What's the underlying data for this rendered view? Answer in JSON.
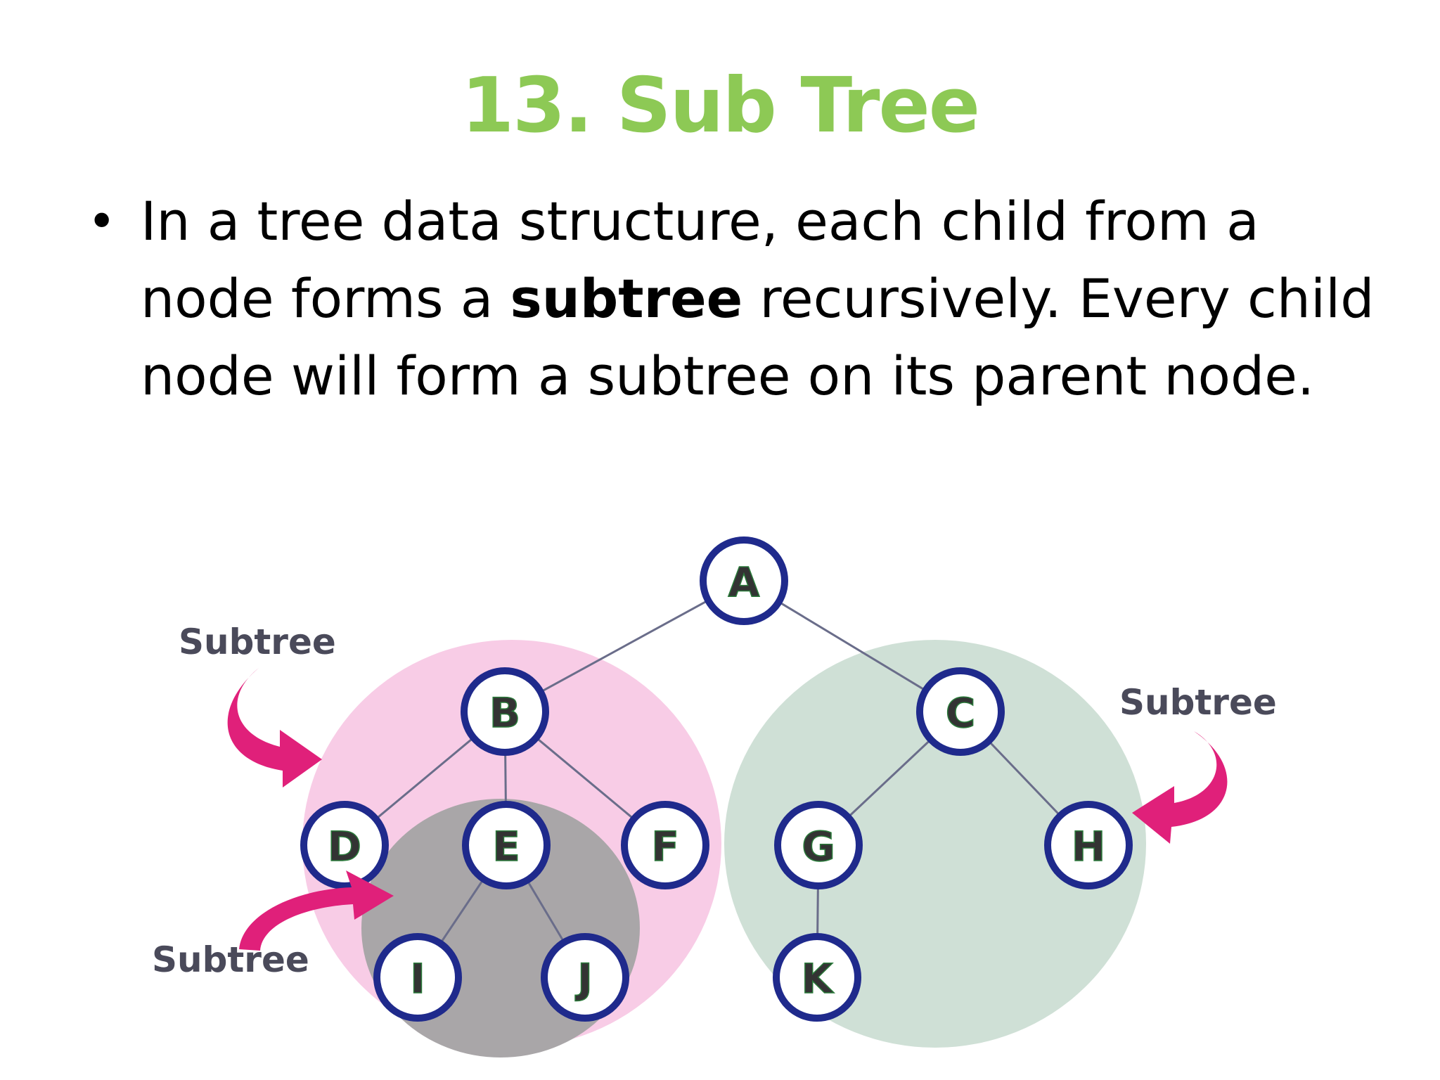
{
  "slide": {
    "title": "13. Sub Tree",
    "bullet": {
      "text_before": "In a tree data structure, each child from a node forms a ",
      "bold_word": "subtree",
      "text_after": " recursively. Every child node will form a subtree on its parent node."
    }
  },
  "diagram": {
    "subtree_labels": [
      "Subtree",
      "Subtree",
      "Subtree"
    ],
    "nodes": [
      "A",
      "B",
      "C",
      "D",
      "E",
      "F",
      "G",
      "H",
      "I",
      "J",
      "K"
    ],
    "edges": [
      [
        "A",
        "B"
      ],
      [
        "A",
        "C"
      ],
      [
        "B",
        "D"
      ],
      [
        "B",
        "E"
      ],
      [
        "B",
        "F"
      ],
      [
        "C",
        "G"
      ],
      [
        "C",
        "H"
      ],
      [
        "E",
        "I"
      ],
      [
        "E",
        "J"
      ],
      [
        "G",
        "K"
      ]
    ],
    "colors": {
      "title": "#8dc955",
      "node_stroke": "#1f2a8c",
      "node_inner_stroke": "#2a7a3a",
      "pink_region": "#f8cce6",
      "gray_region": "#a9a6a8",
      "green_region": "#cfe0d6",
      "arrow": "#e0207a",
      "edge": "#6a6d8a"
    }
  }
}
